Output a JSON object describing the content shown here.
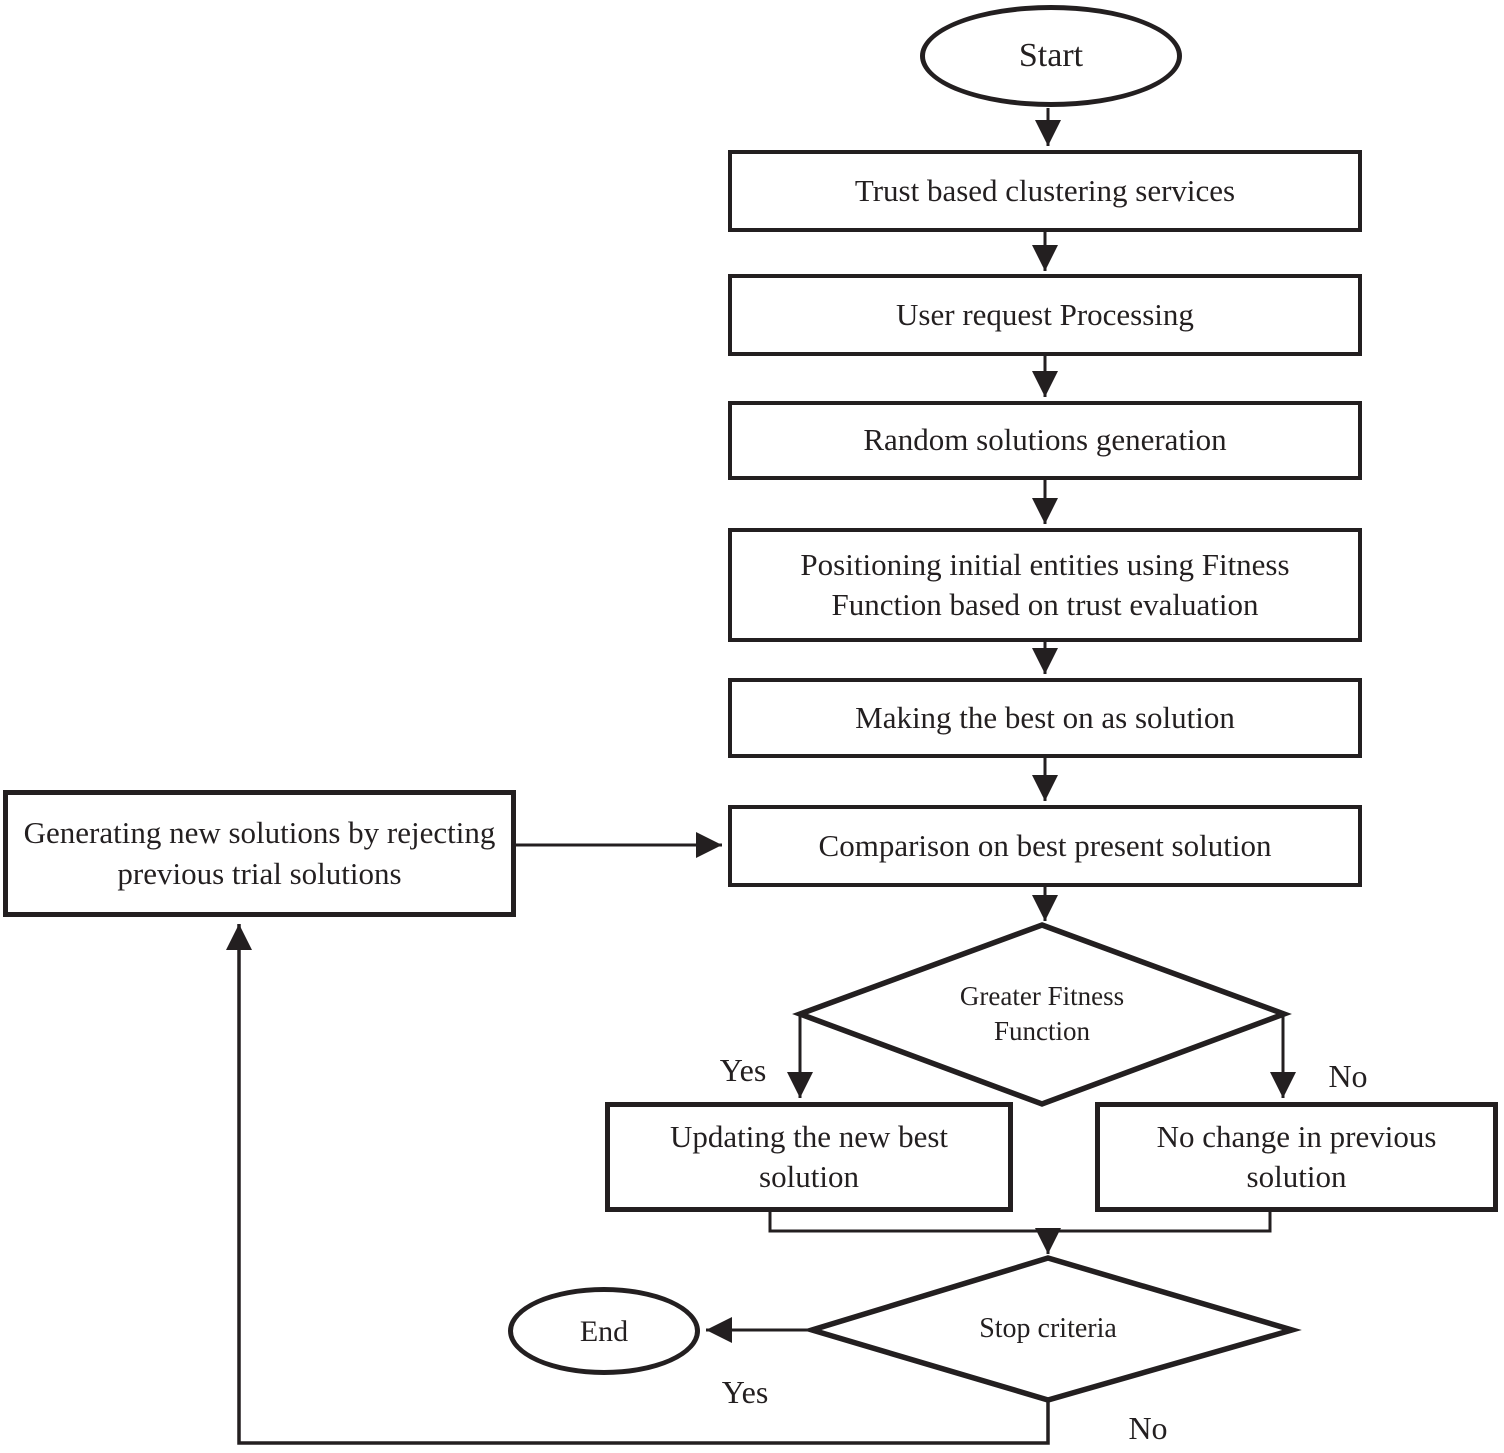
{
  "flowchart": {
    "nodes": {
      "start": {
        "label": "Start",
        "shape": "ellipse"
      },
      "trust_clustering": {
        "label": "Trust based clustering services",
        "shape": "rect"
      },
      "user_request": {
        "label": "User request Processing",
        "shape": "rect"
      },
      "random_solutions": {
        "label": "Random solutions generation",
        "shape": "rect"
      },
      "positioning": {
        "label": "Positioning initial entities using Fitness Function based on trust evaluation",
        "shape": "rect"
      },
      "making_best": {
        "label": "Making the best on as solution",
        "shape": "rect"
      },
      "comparison": {
        "label": "Comparison on best present solution",
        "shape": "rect"
      },
      "greater_fitness": {
        "label": "Greater Fitness Function",
        "shape": "diamond"
      },
      "generating_new": {
        "label": "Generating new solutions by rejecting previous trial solutions",
        "shape": "rect"
      },
      "updating_best": {
        "label": "Updating the new best solution",
        "shape": "rect"
      },
      "no_change": {
        "label": "No change in previous solution",
        "shape": "rect"
      },
      "stop_criteria": {
        "label": "Stop criteria",
        "shape": "diamond"
      },
      "end": {
        "label": "End",
        "shape": "ellipse"
      }
    },
    "edge_labels": {
      "fitness_yes": "Yes",
      "fitness_no": "No",
      "stop_yes": "Yes",
      "stop_no": "No"
    },
    "edges": [
      {
        "from": "start",
        "to": "trust_clustering"
      },
      {
        "from": "trust_clustering",
        "to": "user_request"
      },
      {
        "from": "user_request",
        "to": "random_solutions"
      },
      {
        "from": "random_solutions",
        "to": "positioning"
      },
      {
        "from": "positioning",
        "to": "making_best"
      },
      {
        "from": "making_best",
        "to": "comparison"
      },
      {
        "from": "comparison",
        "to": "greater_fitness"
      },
      {
        "from": "greater_fitness",
        "to": "updating_best",
        "label": "Yes"
      },
      {
        "from": "greater_fitness",
        "to": "no_change",
        "label": "No"
      },
      {
        "from": "updating_best",
        "to": "stop_criteria"
      },
      {
        "from": "no_change",
        "to": "stop_criteria"
      },
      {
        "from": "stop_criteria",
        "to": "end",
        "label": "Yes"
      },
      {
        "from": "stop_criteria",
        "to": "generating_new",
        "label": "No"
      },
      {
        "from": "generating_new",
        "to": "comparison"
      }
    ],
    "colors": {
      "line": "#231f20",
      "text": "#231f20",
      "background": "#ffffff"
    }
  }
}
